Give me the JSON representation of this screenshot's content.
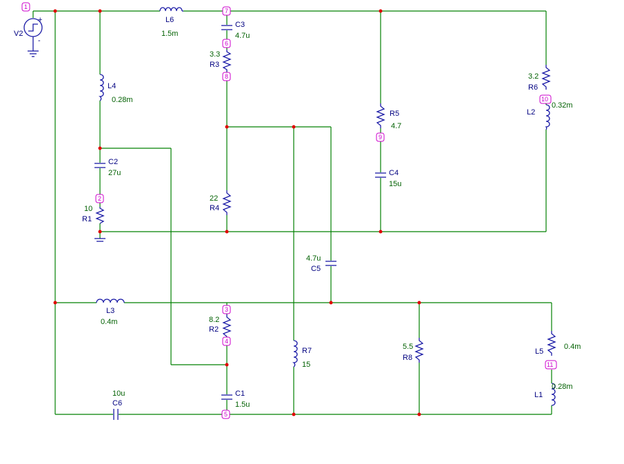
{
  "source": {
    "name": "V2"
  },
  "components": [
    {
      "ref": "L6",
      "value": "1.5m"
    },
    {
      "ref": "C3",
      "value": "4.7u"
    },
    {
      "ref": "R3",
      "value": "3.3"
    },
    {
      "ref": "L4",
      "value": "0.28m"
    },
    {
      "ref": "C2",
      "value": "27u"
    },
    {
      "ref": "R1",
      "value": "10"
    },
    {
      "ref": "R4",
      "value": "22"
    },
    {
      "ref": "R5",
      "value": "4.7"
    },
    {
      "ref": "C4",
      "value": "15u"
    },
    {
      "ref": "R6",
      "value": "3.2"
    },
    {
      "ref": "L2",
      "value": "0.32m"
    },
    {
      "ref": "C5",
      "value": "4.7u"
    },
    {
      "ref": "L3",
      "value": "0.4m"
    },
    {
      "ref": "R2",
      "value": "8.2"
    },
    {
      "ref": "L5",
      "value": "0.4m"
    },
    {
      "ref": "R7",
      "value": "15"
    },
    {
      "ref": "R8",
      "value": "5.5"
    },
    {
      "ref": "L1",
      "value": "0.28m"
    },
    {
      "ref": "C1",
      "value": "1.5u"
    },
    {
      "ref": "C6",
      "value": "10u"
    }
  ],
  "nodes": [
    "1",
    "2",
    "3",
    "4",
    "5",
    "6",
    "7",
    "8",
    "9",
    "10",
    "11"
  ],
  "colors": {
    "wire": "#008000",
    "component": "#1a1aa6",
    "junction": "#e00000",
    "node": "#cc00cc"
  }
}
